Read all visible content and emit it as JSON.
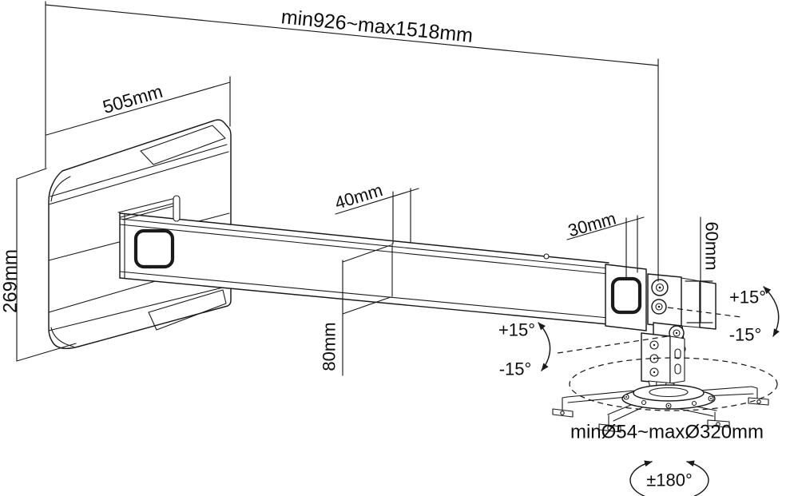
{
  "page": {
    "background": "#ffffff",
    "line_color": "#1a1a1a",
    "text_color": "#0e0e0e"
  },
  "labels": {
    "overall_length": "min926~max1518mm",
    "wall_plate_width": "505mm",
    "wall_plate_height": "269mm",
    "telescope_overlap": "40mm",
    "arm_profile_height": "80mm",
    "end_overlap": "30mm",
    "end_bracket_height": "60mm",
    "tilt_up_right": "+15°",
    "tilt_down_right": "-15°",
    "tilt_up_left": "+15°",
    "tilt_down_left": "-15°",
    "mount_spider_diameter": "minØ54~maxØ320mm",
    "rotation_range": "±180°"
  }
}
